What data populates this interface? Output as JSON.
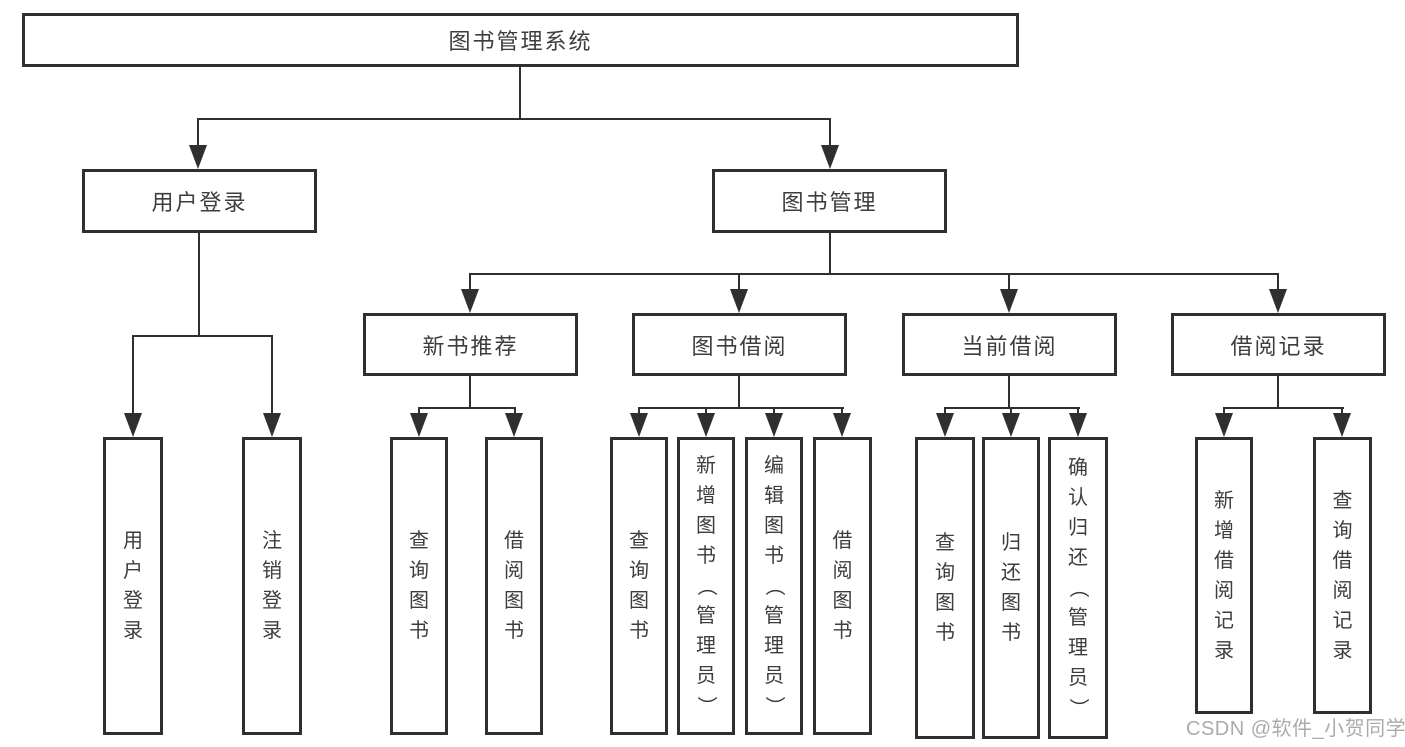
{
  "diagram": {
    "title": "图书管理系统",
    "level1": {
      "user_login": "用户登录",
      "book_mgmt": "图书管理"
    },
    "level2": {
      "new_books": "新书推荐",
      "borrow": "图书借阅",
      "current": "当前借阅",
      "records": "借阅记录"
    },
    "leaves": {
      "user_login": [
        "用户登录",
        "注销登录"
      ],
      "new_books": [
        "查询图书",
        "借阅图书"
      ],
      "borrow": [
        "查询图书",
        "新增图书（管理员）",
        "编辑图书（管理员）",
        "借阅图书"
      ],
      "current": [
        "查询图书",
        "归还图书",
        "确认归还（管理员）"
      ],
      "records": [
        "新增借阅记录",
        "查询借阅记录"
      ]
    },
    "watermark": "CSDN @软件_小贺同学",
    "colors": {
      "line": "#2f2f2f",
      "text": "#3d3d3d",
      "background": "#ffffff",
      "watermark": "#969696"
    }
  }
}
